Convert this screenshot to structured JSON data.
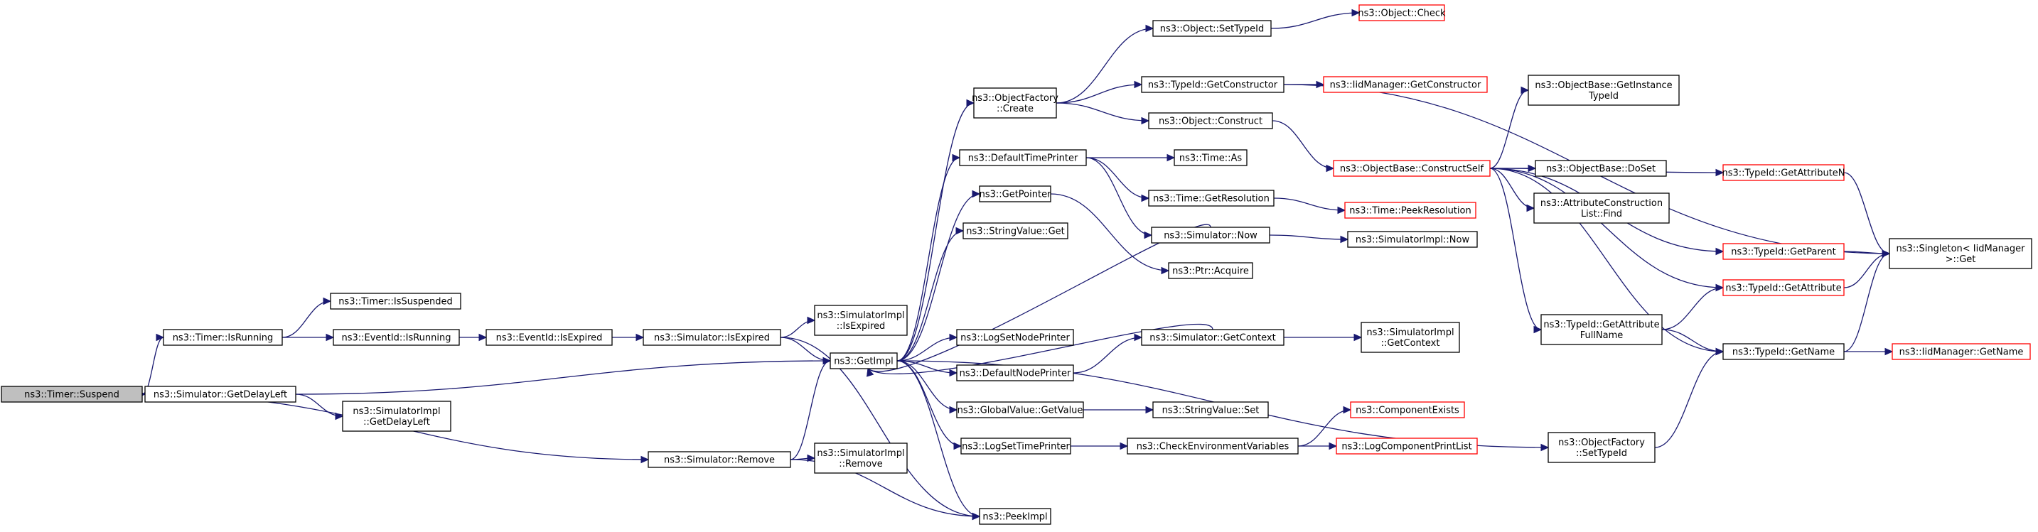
{
  "nodes": [
    {
      "id": "suspend",
      "lines": [
        "ns3::Timer::Suspend"
      ],
      "kind": "root"
    },
    {
      "id": "isrunning",
      "lines": [
        "ns3::Timer::IsRunning"
      ]
    },
    {
      "id": "getdelayleft",
      "lines": [
        "ns3::Simulator::GetDelayLeft"
      ]
    },
    {
      "id": "simremove",
      "lines": [
        "ns3::Simulator::Remove"
      ]
    },
    {
      "id": "issuspended",
      "lines": [
        "ns3::Timer::IsSuspended"
      ]
    },
    {
      "id": "evisrunning",
      "lines": [
        "ns3::EventId::IsRunning"
      ]
    },
    {
      "id": "simimpl_getdelayleft",
      "lines": [
        "ns3::SimulatorImpl",
        "::GetDelayLeft"
      ]
    },
    {
      "id": "evisexpired",
      "lines": [
        "ns3::EventId::IsExpired"
      ]
    },
    {
      "id": "simisexpired",
      "lines": [
        "ns3::Simulator::IsExpired"
      ]
    },
    {
      "id": "simimpl_isexpired",
      "lines": [
        "ns3::SimulatorImpl",
        "::IsExpired"
      ]
    },
    {
      "id": "getimpl",
      "lines": [
        "ns3::GetImpl"
      ]
    },
    {
      "id": "simimpl_remove",
      "lines": [
        "ns3::SimulatorImpl",
        "::Remove"
      ]
    },
    {
      "id": "peekimpl",
      "lines": [
        "ns3::PeekImpl"
      ]
    },
    {
      "id": "objfactory_create",
      "lines": [
        "ns3::ObjectFactory",
        "::Create"
      ]
    },
    {
      "id": "defaulttimeprinter",
      "lines": [
        "ns3::DefaultTimePrinter"
      ]
    },
    {
      "id": "getpointer",
      "lines": [
        "ns3::GetPointer"
      ]
    },
    {
      "id": "stringvalue_get",
      "lines": [
        "ns3::StringValue::Get"
      ]
    },
    {
      "id": "logsetnodeprinter",
      "lines": [
        "ns3::LogSetNodePrinter"
      ]
    },
    {
      "id": "defaultnodeprinter",
      "lines": [
        "ns3::DefaultNodePrinter"
      ]
    },
    {
      "id": "globalvalue_getvalue",
      "lines": [
        "ns3::GlobalValue::GetValue"
      ]
    },
    {
      "id": "logsettimeprinter",
      "lines": [
        "ns3::LogSetTimePrinter"
      ]
    },
    {
      "id": "object_settypeid",
      "lines": [
        "ns3::Object::SetTypeId"
      ]
    },
    {
      "id": "typeid_getconstructor",
      "lines": [
        "ns3::TypeId::GetConstructor"
      ]
    },
    {
      "id": "object_construct",
      "lines": [
        "ns3::Object::Construct"
      ]
    },
    {
      "id": "time_as",
      "lines": [
        "ns3::Time::As"
      ]
    },
    {
      "id": "time_getresolution",
      "lines": [
        "ns3::Time::GetResolution"
      ]
    },
    {
      "id": "simulator_now",
      "lines": [
        "ns3::Simulator::Now"
      ]
    },
    {
      "id": "ptr_acquire",
      "lines": [
        "ns3::Ptr::Acquire"
      ]
    },
    {
      "id": "simulator_getcontext",
      "lines": [
        "ns3::Simulator::GetContext"
      ]
    },
    {
      "id": "stringvalue_set",
      "lines": [
        "ns3::StringValue::Set"
      ]
    },
    {
      "id": "checkenv",
      "lines": [
        "ns3::CheckEnvironmentVariables"
      ]
    },
    {
      "id": "objfactory_settypeid",
      "lines": [
        "ns3::ObjectFactory",
        "::SetTypeId"
      ]
    },
    {
      "id": "object_check",
      "lines": [
        "ns3::Object::Check"
      ],
      "kind": "red"
    },
    {
      "id": "iidmanager_getconstructor",
      "lines": [
        "ns3::IidManager::GetConstructor"
      ],
      "kind": "red"
    },
    {
      "id": "objbase_constructself",
      "lines": [
        "ns3::ObjectBase::ConstructSelf"
      ],
      "kind": "red"
    },
    {
      "id": "time_peekresolution",
      "lines": [
        "ns3::Time::PeekResolution"
      ],
      "kind": "red"
    },
    {
      "id": "simimpl_now",
      "lines": [
        "ns3::SimulatorImpl::Now"
      ]
    },
    {
      "id": "simimpl_getcontext",
      "lines": [
        "ns3::SimulatorImpl",
        "::GetContext"
      ]
    },
    {
      "id": "componentexists",
      "lines": [
        "ns3::ComponentExists"
      ],
      "kind": "red"
    },
    {
      "id": "logcomponentprintlist",
      "lines": [
        "ns3::LogComponentPrintList"
      ],
      "kind": "red"
    },
    {
      "id": "objbase_getinstancetypeid",
      "lines": [
        "ns3::ObjectBase::GetInstance",
        "TypeId"
      ]
    },
    {
      "id": "objbase_doset",
      "lines": [
        "ns3::ObjectBase::DoSet"
      ]
    },
    {
      "id": "attrconstructionlist_find",
      "lines": [
        "ns3::AttributeConstruction",
        "List::Find"
      ]
    },
    {
      "id": "typeid_getattributefullname",
      "lines": [
        "ns3::TypeId::GetAttribute",
        "FullName"
      ]
    },
    {
      "id": "typeid_getattributen",
      "lines": [
        "ns3::TypeId::GetAttributeN"
      ],
      "kind": "red"
    },
    {
      "id": "typeid_getparent",
      "lines": [
        "ns3::TypeId::GetParent"
      ],
      "kind": "red"
    },
    {
      "id": "typeid_getattribute",
      "lines": [
        "ns3::TypeId::GetAttribute"
      ],
      "kind": "red"
    },
    {
      "id": "typeid_getname",
      "lines": [
        "ns3::TypeId::GetName"
      ]
    },
    {
      "id": "singleton_get",
      "lines": [
        "ns3::Singleton< IidManager",
        ">::Get"
      ]
    },
    {
      "id": "iidmanager_getname",
      "lines": [
        "ns3::IidManager::GetName"
      ],
      "kind": "red"
    }
  ],
  "edges": [
    [
      "suspend",
      "isrunning"
    ],
    [
      "suspend",
      "getdelayleft"
    ],
    [
      "suspend",
      "simremove"
    ],
    [
      "isrunning",
      "issuspended"
    ],
    [
      "isrunning",
      "evisrunning"
    ],
    [
      "evisrunning",
      "evisexpired"
    ],
    [
      "evisexpired",
      "simisexpired"
    ],
    [
      "simisexpired",
      "simimpl_isexpired"
    ],
    [
      "simisexpired",
      "getimpl"
    ],
    [
      "simisexpired",
      "peekimpl"
    ],
    [
      "getdelayleft",
      "getimpl"
    ],
    [
      "getdelayleft",
      "simimpl_getdelayleft"
    ],
    [
      "simremove",
      "getimpl"
    ],
    [
      "simremove",
      "simimpl_remove"
    ],
    [
      "simremove",
      "peekimpl"
    ],
    [
      "getimpl",
      "objfactory_create"
    ],
    [
      "getimpl",
      "defaulttimeprinter"
    ],
    [
      "getimpl",
      "getpointer"
    ],
    [
      "getimpl",
      "stringvalue_get"
    ],
    [
      "getimpl",
      "logsetnodeprinter"
    ],
    [
      "getimpl",
      "defaultnodeprinter"
    ],
    [
      "getimpl",
      "globalvalue_getvalue"
    ],
    [
      "getimpl",
      "logsettimeprinter"
    ],
    [
      "getimpl",
      "peekimpl"
    ],
    [
      "getimpl",
      "objfactory_settypeid"
    ],
    [
      "objfactory_create",
      "object_settypeid"
    ],
    [
      "objfactory_create",
      "typeid_getconstructor"
    ],
    [
      "objfactory_create",
      "object_construct"
    ],
    [
      "object_settypeid",
      "object_check"
    ],
    [
      "typeid_getconstructor",
      "iidmanager_getconstructor"
    ],
    [
      "typeid_getconstructor",
      "singleton_get"
    ],
    [
      "object_construct",
      "objbase_constructself"
    ],
    [
      "defaulttimeprinter",
      "time_as"
    ],
    [
      "defaulttimeprinter",
      "time_getresolution"
    ],
    [
      "defaulttimeprinter",
      "simulator_now"
    ],
    [
      "time_getresolution",
      "time_peekresolution"
    ],
    [
      "getpointer",
      "ptr_acquire"
    ],
    [
      "simulator_now",
      "getimpl"
    ],
    [
      "simulator_now",
      "simimpl_now"
    ],
    [
      "simulator_getcontext",
      "getimpl"
    ],
    [
      "simulator_getcontext",
      "simimpl_getcontext"
    ],
    [
      "defaultnodeprinter",
      "simulator_getcontext"
    ],
    [
      "globalvalue_getvalue",
      "stringvalue_set"
    ],
    [
      "logsettimeprinter",
      "checkenv"
    ],
    [
      "checkenv",
      "componentexists"
    ],
    [
      "checkenv",
      "logcomponentprintlist"
    ],
    [
      "objfactory_settypeid",
      "typeid_getname"
    ],
    [
      "objbase_constructself",
      "objbase_getinstancetypeid"
    ],
    [
      "objbase_constructself",
      "objbase_doset"
    ],
    [
      "objbase_constructself",
      "attrconstructionlist_find"
    ],
    [
      "objbase_constructself",
      "typeid_getattributefullname"
    ],
    [
      "objbase_constructself",
      "typeid_getattributen"
    ],
    [
      "objbase_constructself",
      "typeid_getparent"
    ],
    [
      "objbase_constructself",
      "typeid_getattribute"
    ],
    [
      "objbase_constructself",
      "typeid_getname"
    ],
    [
      "typeid_getattributen",
      "singleton_get"
    ],
    [
      "typeid_getparent",
      "singleton_get"
    ],
    [
      "typeid_getattribute",
      "singleton_get"
    ],
    [
      "typeid_getattributefullname",
      "typeid_getattribute"
    ],
    [
      "typeid_getattributefullname",
      "typeid_getname"
    ],
    [
      "typeid_getname",
      "singleton_get"
    ],
    [
      "typeid_getname",
      "iidmanager_getname"
    ]
  ]
}
